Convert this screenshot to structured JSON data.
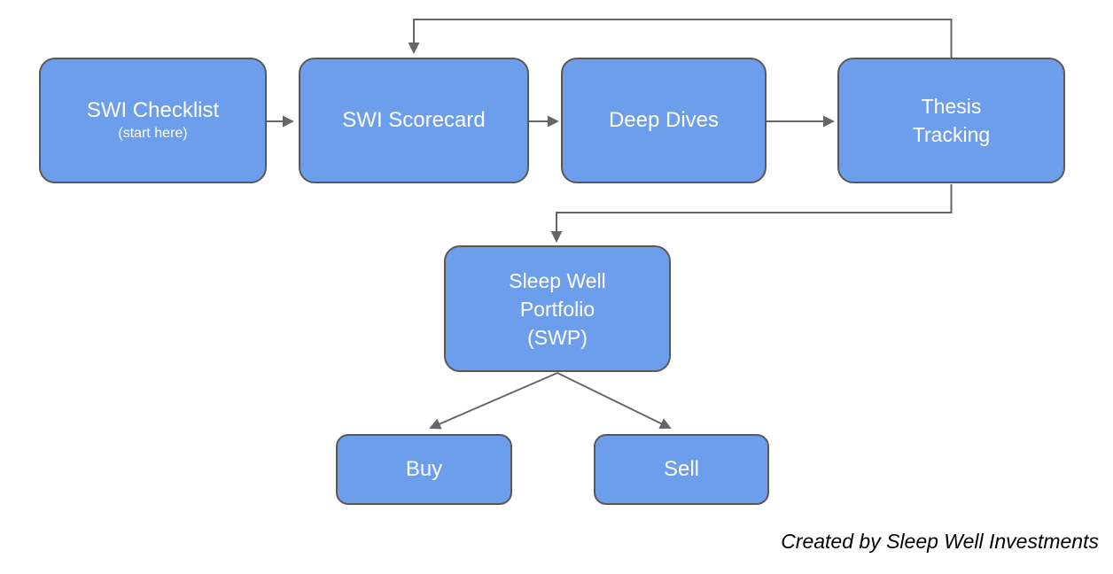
{
  "diagram": {
    "nodes": {
      "checklist": {
        "label": "SWI Checklist",
        "sublabel": "(start here)"
      },
      "scorecard": {
        "label": "SWI Scorecard"
      },
      "deep_dives": {
        "label": "Deep Dives"
      },
      "thesis": {
        "label_lines": [
          "Thesis",
          "Tracking"
        ]
      },
      "swp": {
        "label_lines": [
          "Sleep Well",
          "Portfolio",
          "(SWP)"
        ]
      },
      "buy": {
        "label": "Buy"
      },
      "sell": {
        "label": "Sell"
      }
    },
    "edges": [
      {
        "from": "SWI Checklist",
        "to": "SWI Scorecard",
        "type": "arrow"
      },
      {
        "from": "SWI Scorecard",
        "to": "Deep Dives",
        "type": "arrow"
      },
      {
        "from": "Deep Dives",
        "to": "Thesis Tracking",
        "type": "arrow"
      },
      {
        "from": "Thesis Tracking",
        "to": "SWI Scorecard",
        "type": "feedback-loop"
      },
      {
        "from": "Thesis Tracking",
        "to": "Sleep Well Portfolio (SWP)",
        "type": "elbow-arrow"
      },
      {
        "from": "Sleep Well Portfolio (SWP)",
        "to": "Buy",
        "type": "arrow"
      },
      {
        "from": "Sleep Well Portfolio (SWP)",
        "to": "Sell",
        "type": "arrow"
      }
    ],
    "credit": "Created by Sleep Well Investments",
    "colors": {
      "node_fill": "#6d9eeb",
      "node_border": "#595959",
      "node_text": "#ffffff",
      "connector": "#666666",
      "credit_text": "#000000"
    }
  }
}
